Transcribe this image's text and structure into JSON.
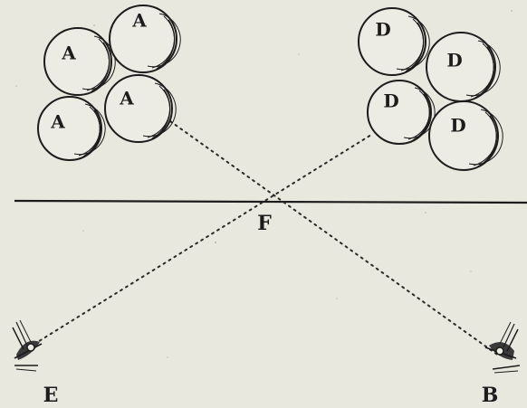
{
  "figure": {
    "balls_left": [
      {
        "label": "A"
      },
      {
        "label": "A"
      },
      {
        "label": "A"
      },
      {
        "label": "A"
      }
    ],
    "balls_right": [
      {
        "label": "D"
      },
      {
        "label": "D"
      },
      {
        "label": "D"
      },
      {
        "label": "D"
      }
    ],
    "points": {
      "crossing": "F",
      "eye_left": "E",
      "eye_right": "B"
    }
  },
  "colors": {
    "paper": "#e9e8de",
    "ink": "#1c1c1c"
  }
}
